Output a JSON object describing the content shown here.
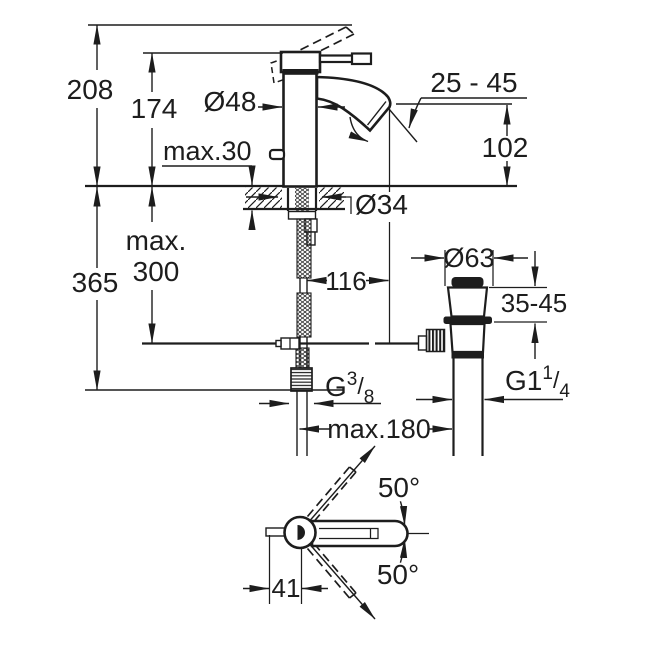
{
  "drawing": {
    "type": "technical-dimension-drawing",
    "subject": "single-lever basin mixer with pop-up waste",
    "background_color": "#ffffff",
    "line_color": "#1d1d1d",
    "front_view": {
      "overall_height": "208",
      "height_to_spout": "174",
      "body_diameter": "Ø48",
      "deck_thickness": "max.30",
      "spout_range": "25 - 45",
      "spout_height": "102",
      "hole_diameter": "Ø34"
    },
    "installation": {
      "depth_total": "365",
      "hose_length": [
        "max.",
        "300"
      ],
      "spout_offset": "116",
      "supply_thread": {
        "prefix": "G",
        "numerator": "3",
        "slash": "/",
        "denominator": "8"
      }
    },
    "waste": {
      "flange_diameter": "Ø63",
      "clamping_range": "35-45",
      "thread": {
        "prefix": "G1",
        "numerator": "1",
        "slash": "/",
        "denominator": "4"
      },
      "rod_length": "max.180"
    },
    "top_view": {
      "swivel_upper": "50°",
      "swivel_lower": "50°",
      "handle_offset": "41"
    }
  }
}
